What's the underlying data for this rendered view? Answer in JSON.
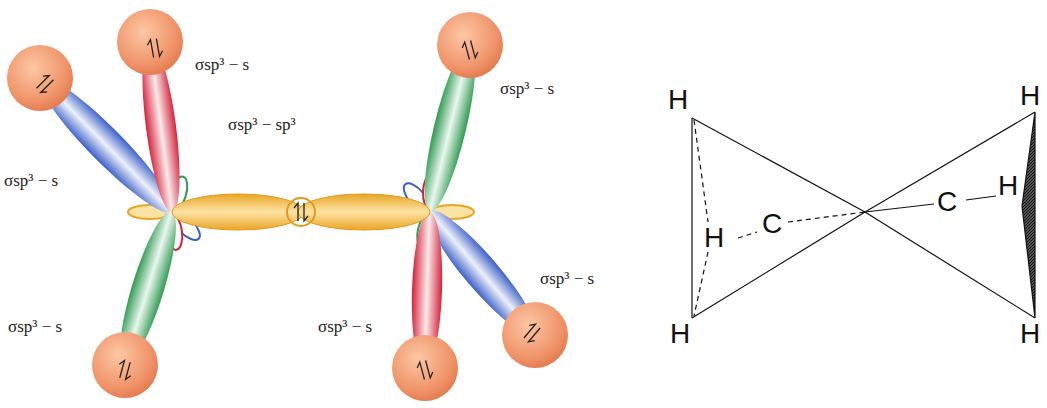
{
  "diagram": {
    "labels": [
      "σsp³ − s",
      "σsp³ − s",
      "σsp³ − sp³",
      "σsp³ − s",
      "σsp³ − s",
      "σsp³ − s",
      "σsp³ − s",
      "H",
      "H",
      "C",
      "H",
      "C",
      "H",
      "H",
      "H"
    ]
  }
}
